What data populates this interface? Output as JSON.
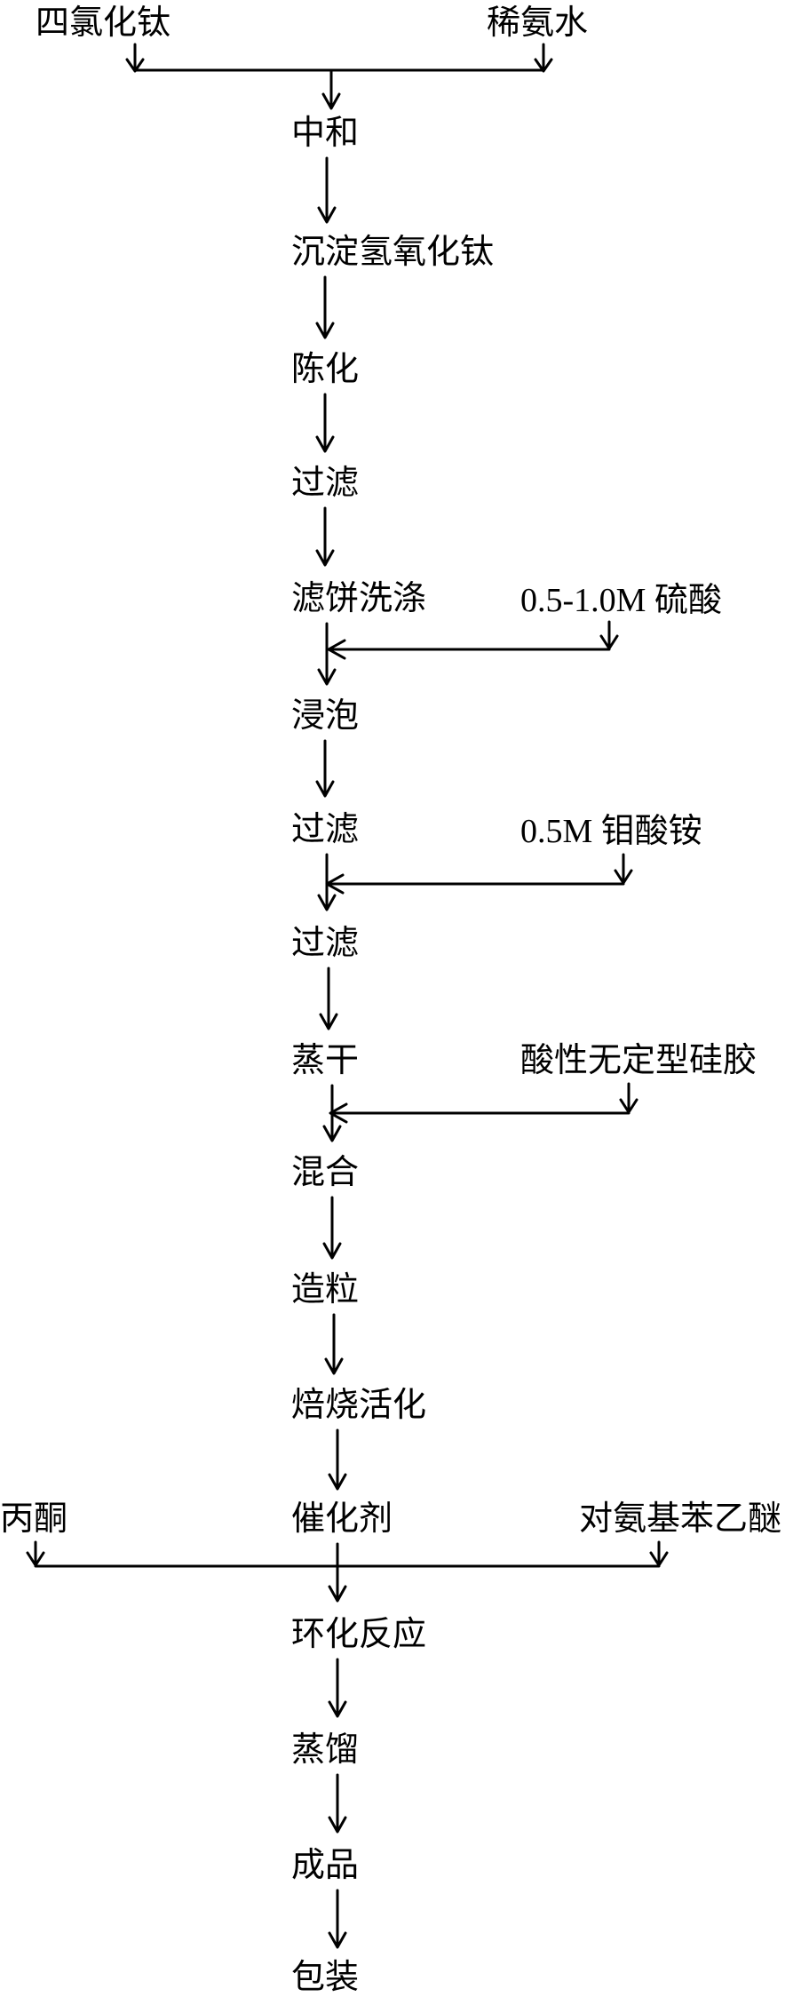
{
  "diagram": {
    "inputs": {
      "titanium_tetrachloride": "四氯化钛",
      "dilute_ammonia": "稀氨水",
      "sulfuric_acid": "0.5-1.0M 硫酸",
      "ammonium_molybdate": "0.5M 钼酸铵",
      "silica_gel": "酸性无定型硅胶",
      "acetone": "丙酮",
      "p_aminophenetole": "对氨基苯乙醚"
    },
    "steps": [
      "中和",
      "沉淀氢氧化钛",
      "陈化",
      "过滤",
      "滤饼洗涤",
      "浸泡",
      "过滤",
      "过滤",
      "蒸干",
      "混合",
      "造粒",
      "焙烧活化",
      "催化剂",
      "环化反应",
      "蒸馏",
      "成品",
      "包装"
    ]
  }
}
